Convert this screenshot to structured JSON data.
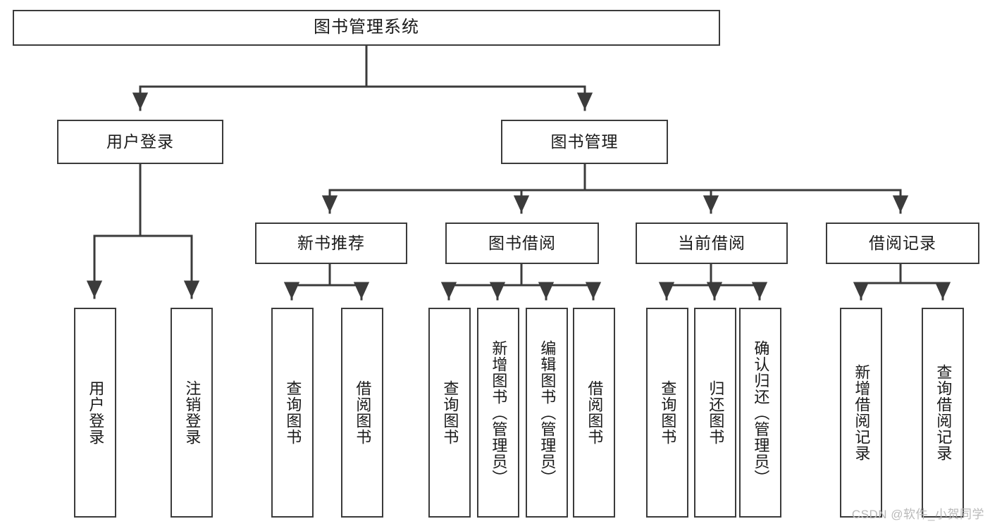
{
  "diagram": {
    "title": "图书管理系统",
    "type": "tree",
    "style": {
      "box_stroke": "#3b3b3b",
      "box_fill": "#ffffff",
      "text_color": "#1a1a1a",
      "edge_color": "#3b3b3b",
      "background": "#ffffff"
    },
    "levels": {
      "level1": [
        {
          "id": "root",
          "label": "图书管理系统",
          "orientation": "horizontal"
        }
      ],
      "level2": [
        {
          "id": "user-login",
          "label": "用户登录",
          "orientation": "horizontal",
          "parent": "root"
        },
        {
          "id": "book-manage",
          "label": "图书管理",
          "orientation": "horizontal",
          "parent": "root"
        }
      ],
      "level3": [
        {
          "id": "new-book-rec",
          "label": "新书推荐",
          "orientation": "horizontal",
          "parent": "book-manage"
        },
        {
          "id": "book-borrow",
          "label": "图书借阅",
          "orientation": "horizontal",
          "parent": "book-manage"
        },
        {
          "id": "current-borrow",
          "label": "当前借阅",
          "orientation": "horizontal",
          "parent": "book-manage"
        },
        {
          "id": "borrow-record",
          "label": "借阅记录",
          "orientation": "horizontal",
          "parent": "book-manage"
        }
      ],
      "level4": [
        {
          "id": "leaf-user-login",
          "label": "用户登录",
          "orientation": "vertical",
          "parent": "user-login"
        },
        {
          "id": "leaf-logout-login",
          "label": "注销登录",
          "orientation": "vertical",
          "parent": "user-login"
        },
        {
          "id": "leaf-query-book-1",
          "label": "查询图书",
          "orientation": "vertical",
          "parent": "new-book-rec"
        },
        {
          "id": "leaf-borrow-book-1",
          "label": "借阅图书",
          "orientation": "vertical",
          "parent": "new-book-rec"
        },
        {
          "id": "leaf-query-book-2",
          "label": "查询图书",
          "orientation": "vertical",
          "parent": "book-borrow"
        },
        {
          "id": "leaf-add-book",
          "label": "新增图书（管理员）",
          "orientation": "vertical",
          "parent": "book-borrow"
        },
        {
          "id": "leaf-edit-book",
          "label": "编辑图书（管理员）",
          "orientation": "vertical",
          "parent": "book-borrow"
        },
        {
          "id": "leaf-borrow-book-2",
          "label": "借阅图书",
          "orientation": "vertical",
          "parent": "book-borrow"
        },
        {
          "id": "leaf-query-book-3",
          "label": "查询图书",
          "orientation": "vertical",
          "parent": "current-borrow"
        },
        {
          "id": "leaf-return-book",
          "label": "归还图书",
          "orientation": "vertical",
          "parent": "current-borrow"
        },
        {
          "id": "leaf-confirm-return",
          "label": "确认归还（管理员）",
          "orientation": "vertical",
          "parent": "current-borrow"
        },
        {
          "id": "leaf-add-record",
          "label": "新增借阅记录",
          "orientation": "vertical",
          "parent": "borrow-record"
        },
        {
          "id": "leaf-query-record",
          "label": "查询借阅记录",
          "orientation": "vertical",
          "parent": "borrow-record"
        }
      ]
    }
  },
  "watermark": {
    "text": "CSDN @软件_小贺同学"
  }
}
